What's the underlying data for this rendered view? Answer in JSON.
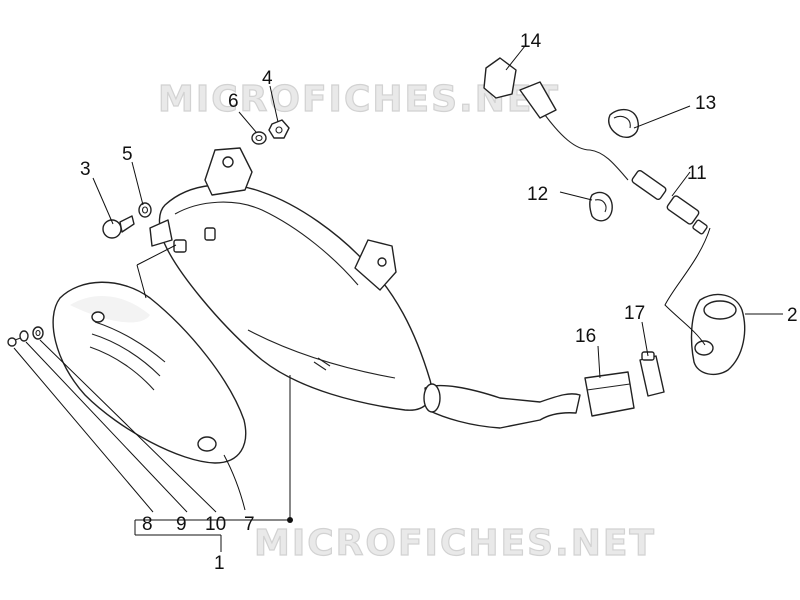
{
  "watermarks": {
    "top": "MICROFICHES.NET",
    "bottom": "MICROFICHES.NET"
  },
  "callouts": [
    {
      "id": "1",
      "label": "1"
    },
    {
      "id": "2",
      "label": "2"
    },
    {
      "id": "3",
      "label": "3"
    },
    {
      "id": "4",
      "label": "4"
    },
    {
      "id": "5",
      "label": "5"
    },
    {
      "id": "6",
      "label": "6"
    },
    {
      "id": "7",
      "label": "7"
    },
    {
      "id": "8",
      "label": "8"
    },
    {
      "id": "9",
      "label": "9"
    },
    {
      "id": "10",
      "label": "10"
    },
    {
      "id": "11",
      "label": "11"
    },
    {
      "id": "12",
      "label": "12"
    },
    {
      "id": "13",
      "label": "13"
    },
    {
      "id": "14",
      "label": "14"
    },
    {
      "id": "16",
      "label": "16"
    },
    {
      "id": "17",
      "label": "17"
    }
  ],
  "colors": {
    "line": "#222222",
    "watermark": "#d2d2d2",
    "background": "#ffffff"
  }
}
